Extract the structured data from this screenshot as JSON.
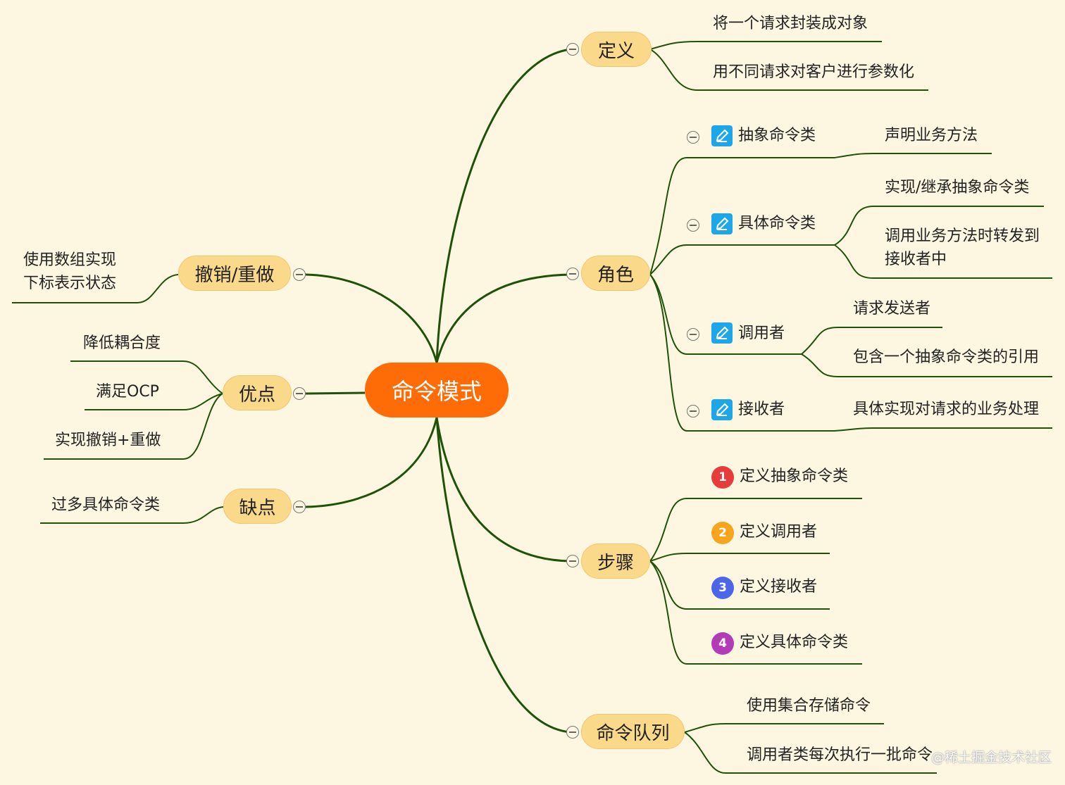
{
  "root": "命令模式",
  "branches": {
    "definition": {
      "label": "定义",
      "items": [
        "将一个请求封装成对象",
        "用不同请求对客户进行参数化"
      ]
    },
    "roles": {
      "label": "角色",
      "abstract_command": {
        "label": "抽象命令类",
        "items": [
          "声明业务方法"
        ]
      },
      "concrete_command": {
        "label": "具体命令类",
        "items": [
          "实现/继承抽象命令类",
          "调用业务方法时转发到",
          "接收者中"
        ]
      },
      "invoker": {
        "label": "调用者",
        "items": [
          "请求发送者",
          "包含一个抽象命令类的引用"
        ]
      },
      "receiver": {
        "label": "接收者",
        "items": [
          "具体实现对请求的业务处理"
        ]
      }
    },
    "steps": {
      "label": "步骤",
      "items": [
        {
          "num": "1",
          "text": "定义抽象命令类",
          "color": "#e63c3c"
        },
        {
          "num": "2",
          "text": "定义调用者",
          "color": "#f6a51c"
        },
        {
          "num": "3",
          "text": "定义接收者",
          "color": "#4b66e8"
        },
        {
          "num": "4",
          "text": "定义具体命令类",
          "color": "#b23cb6"
        }
      ]
    },
    "queue": {
      "label": "命令队列",
      "items": [
        "使用集合存储命令",
        "调用者类每次执行一批命令"
      ]
    },
    "undo": {
      "label": "撤销/重做",
      "items": [
        "使用数组实现",
        "下标表示状态"
      ]
    },
    "pros": {
      "label": "优点",
      "items": [
        "降低耦合度",
        "满足OCP",
        "实现撤销+重做"
      ]
    },
    "cons": {
      "label": "缺点",
      "items": [
        "过多具体命令类"
      ]
    }
  },
  "watermark": "@稀土掘金技术社区",
  "colors": {
    "root": "#fd6c06",
    "pill": "#fbd98b",
    "line": "#1f5209",
    "background": "#fdf7e1",
    "edit_icon": "#1ea7e8"
  }
}
